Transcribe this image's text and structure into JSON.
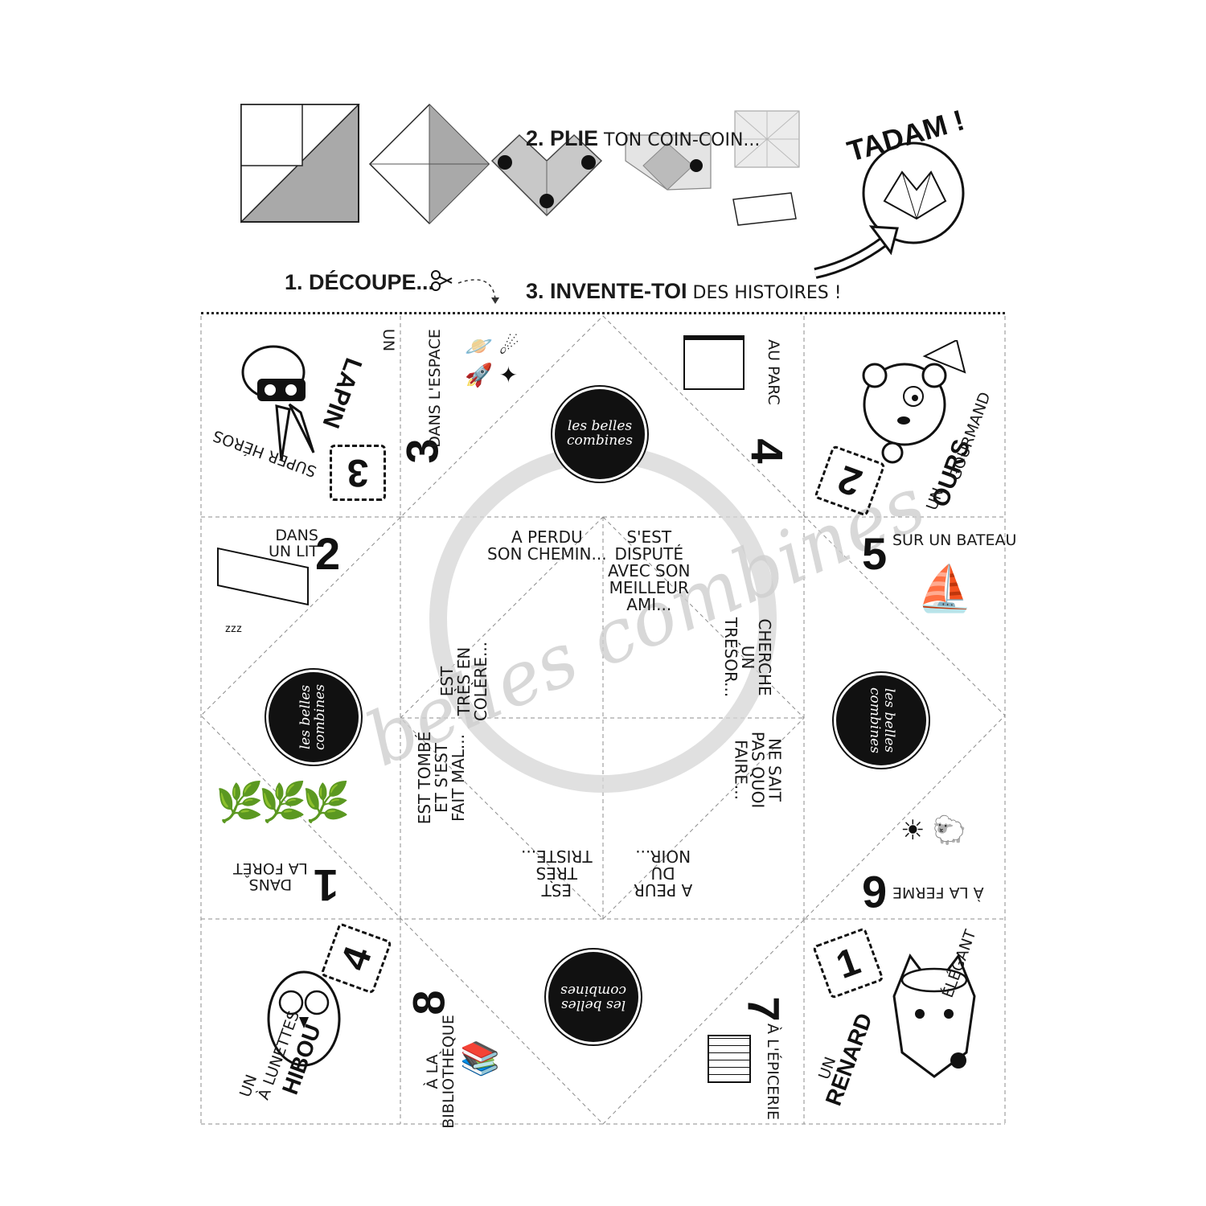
{
  "instructions": {
    "step1": "1. DÉCOUPE...",
    "step2_bold": "2. PLIE",
    "step2_rest": " TON COIN-COIN...",
    "step3_bold": "3. INVENTE-TOI",
    "step3_rest": " DES HISTOIRES !",
    "tadam": "TADAM !"
  },
  "logo_text": "les belles\ncombines",
  "watermark": "belles combines",
  "characters": [
    {
      "number": "3",
      "prefix": "UN",
      "name": "LAPIN",
      "suffix": "SUPER HÉROS",
      "icon": "rabbit-icon"
    },
    {
      "number": "2",
      "prefix": "UN",
      "name": "OURS",
      "suffix": "GOURMAND",
      "icon": "bear-icon"
    },
    {
      "number": "4",
      "prefix": "UN",
      "name": "HIBOU",
      "suffix": "À LUNETTES",
      "icon": "owl-icon"
    },
    {
      "number": "1",
      "prefix": "UN",
      "name": "RENARD",
      "suffix": "ÉLÉGANT",
      "icon": "fox-icon"
    }
  ],
  "places": [
    {
      "number": "3",
      "label": "DANS L'ESPACE",
      "icon": "space-icon"
    },
    {
      "number": "4",
      "label": "AU PARC",
      "icon": "park-icon"
    },
    {
      "number": "2",
      "label": "DANS\nUN LIT",
      "icon": "bed-icon"
    },
    {
      "number": "5",
      "label": "SUR UN BATEAU",
      "icon": "boat-icon"
    },
    {
      "number": "1",
      "label": "DANS\nLA FORÊT",
      "icon": "forest-icon"
    },
    {
      "number": "6",
      "label": "À LA FERME",
      "icon": "farm-icon"
    },
    {
      "number": "8",
      "label": "À LA\nBIBLIOTHÈQUE",
      "icon": "library-icon"
    },
    {
      "number": "7",
      "label": "À L'ÉPICERIE",
      "icon": "grocery-icon"
    }
  ],
  "situations": [
    "A PERDU\nSON CHEMIN...",
    "S'EST\nDISPUTÉ\nAVEC SON\nMEILLEUR\nAMI...",
    "EST\nTRÈS EN\nCOLÈRE...",
    "CHERCHE\nUN\nTRÉSOR...",
    "EST TOMBÉ\nET S'EST\nFAIT MAL...",
    "NE SAIT\nPAS QUOI\nFAIRE...",
    "EST\nTRÈS\nTRISTE...",
    "A PEUR\nDU\nNOIR..."
  ]
}
